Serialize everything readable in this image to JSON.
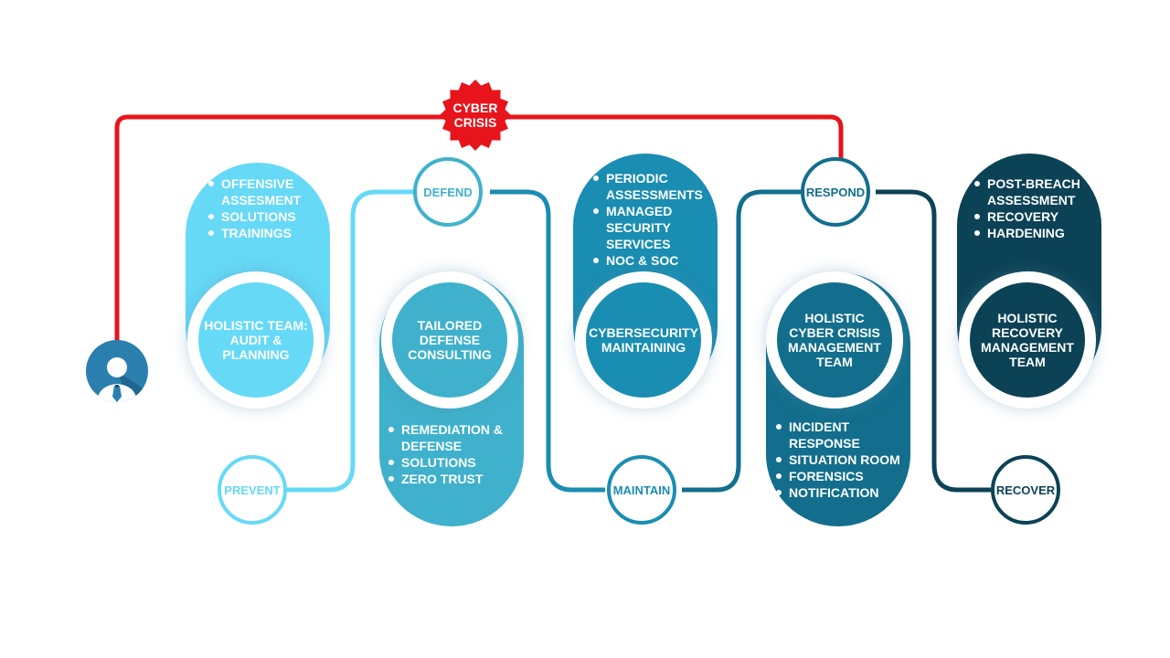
{
  "crisis_label": [
    "CYBER",
    "CRISIS"
  ],
  "colors": {
    "red": "#e8141b",
    "prevent": "#66d9f7",
    "defend": "#3fb1cc",
    "maintain": "#1a8db2",
    "respond": "#126e8c",
    "recover": "#0c4256"
  },
  "steps": [
    {
      "node": "PREVENT",
      "team": [
        "HOLISTIC TEAM:",
        "AUDIT &",
        "PLANNING"
      ],
      "items": [
        "OFFENSIVE ASSESMENT",
        "SOLUTIONS",
        "TRAININGS"
      ]
    },
    {
      "node": "DEFEND",
      "team": [
        "TAILORED",
        "DEFENSE",
        "CONSULTING"
      ],
      "items": [
        "REMEDIATION & DEFENSE",
        "SOLUTIONS",
        "ZERO TRUST"
      ]
    },
    {
      "node": "MAINTAIN",
      "team": [
        "CYBERSECURITY",
        "MAINTAINING"
      ],
      "items": [
        "PERIODIC ASSESSMENTS",
        "MANAGED SECURITY SERVICES",
        "NOC & SOC"
      ]
    },
    {
      "node": "RESPOND",
      "team": [
        "HOLISTIC",
        "CYBER CRISIS",
        "MANAGEMENT",
        "TEAM"
      ],
      "items": [
        "INCIDENT RESPONSE",
        "SITUATION ROOM",
        "FORENSICS",
        "NOTIFICATION"
      ]
    },
    {
      "node": "RECOVER",
      "team": [
        "HOLISTIC",
        "RECOVERY",
        "MANAGEMENT",
        "TEAM"
      ],
      "items": [
        "POST-BREACH ASSESSMENT",
        "RECOVERY",
        "HARDENING"
      ]
    }
  ]
}
